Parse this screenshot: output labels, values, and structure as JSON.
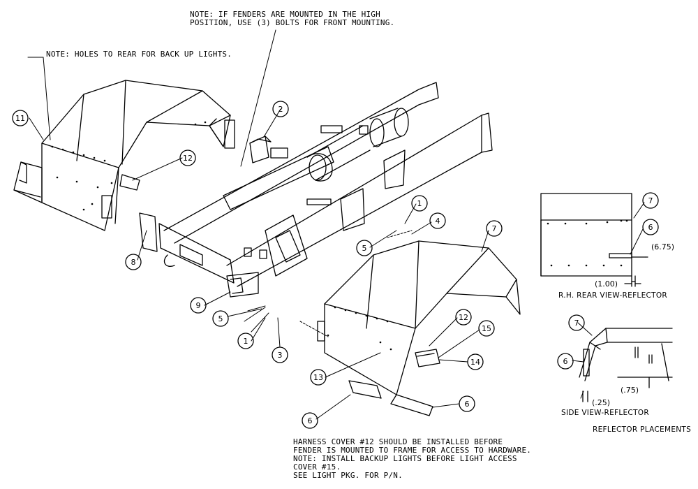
{
  "notes": {
    "high_position_1": "NOTE: IF FENDERS ARE MOUNTED IN THE HIGH",
    "high_position_2": "POSITION, USE (3) BOLTS FOR FRONT MOUNTING.",
    "holes_rear": "NOTE: HOLES TO REAR FOR BACK UP LIGHTS.",
    "harness_1": "HARNESS COVER #12 SHOULD BE INSTALLED BEFORE",
    "harness_2": "FENDER IS MOUNTED TO FRAME FOR ACCESS TO HARDWARE.",
    "harness_3": "NOTE: INSTALL BACKUP LIGHTS BEFORE LIGHT ACCESS",
    "harness_4": "COVER #15.",
    "harness_5": "SEE LIGHT PKG. FOR P/N."
  },
  "captions": {
    "rear_view": "R.H. REAR VIEW-REFLECTOR",
    "side_view": "SIDE VIEW-REFLECTOR",
    "placements": "REFLECTOR PLACEMENTS"
  },
  "dimensions": {
    "d675": "(6.75)",
    "d100": "(1.00)",
    "d075": "(.75)",
    "d025": "(.25)"
  },
  "balloons": {
    "b2": "2",
    "b11": "11",
    "b12a": "12",
    "b8": "8",
    "b9": "9",
    "b5a": "5",
    "b1a": "1",
    "b3": "3",
    "b1b": "1",
    "b4": "4",
    "b5b": "5",
    "b7a": "7",
    "b12b": "12",
    "b15": "15",
    "b14": "14",
    "b13": "13",
    "b6a": "6",
    "b6b": "6",
    "b7b": "7",
    "b6c": "6",
    "b7c": "7",
    "b6d": "6"
  }
}
